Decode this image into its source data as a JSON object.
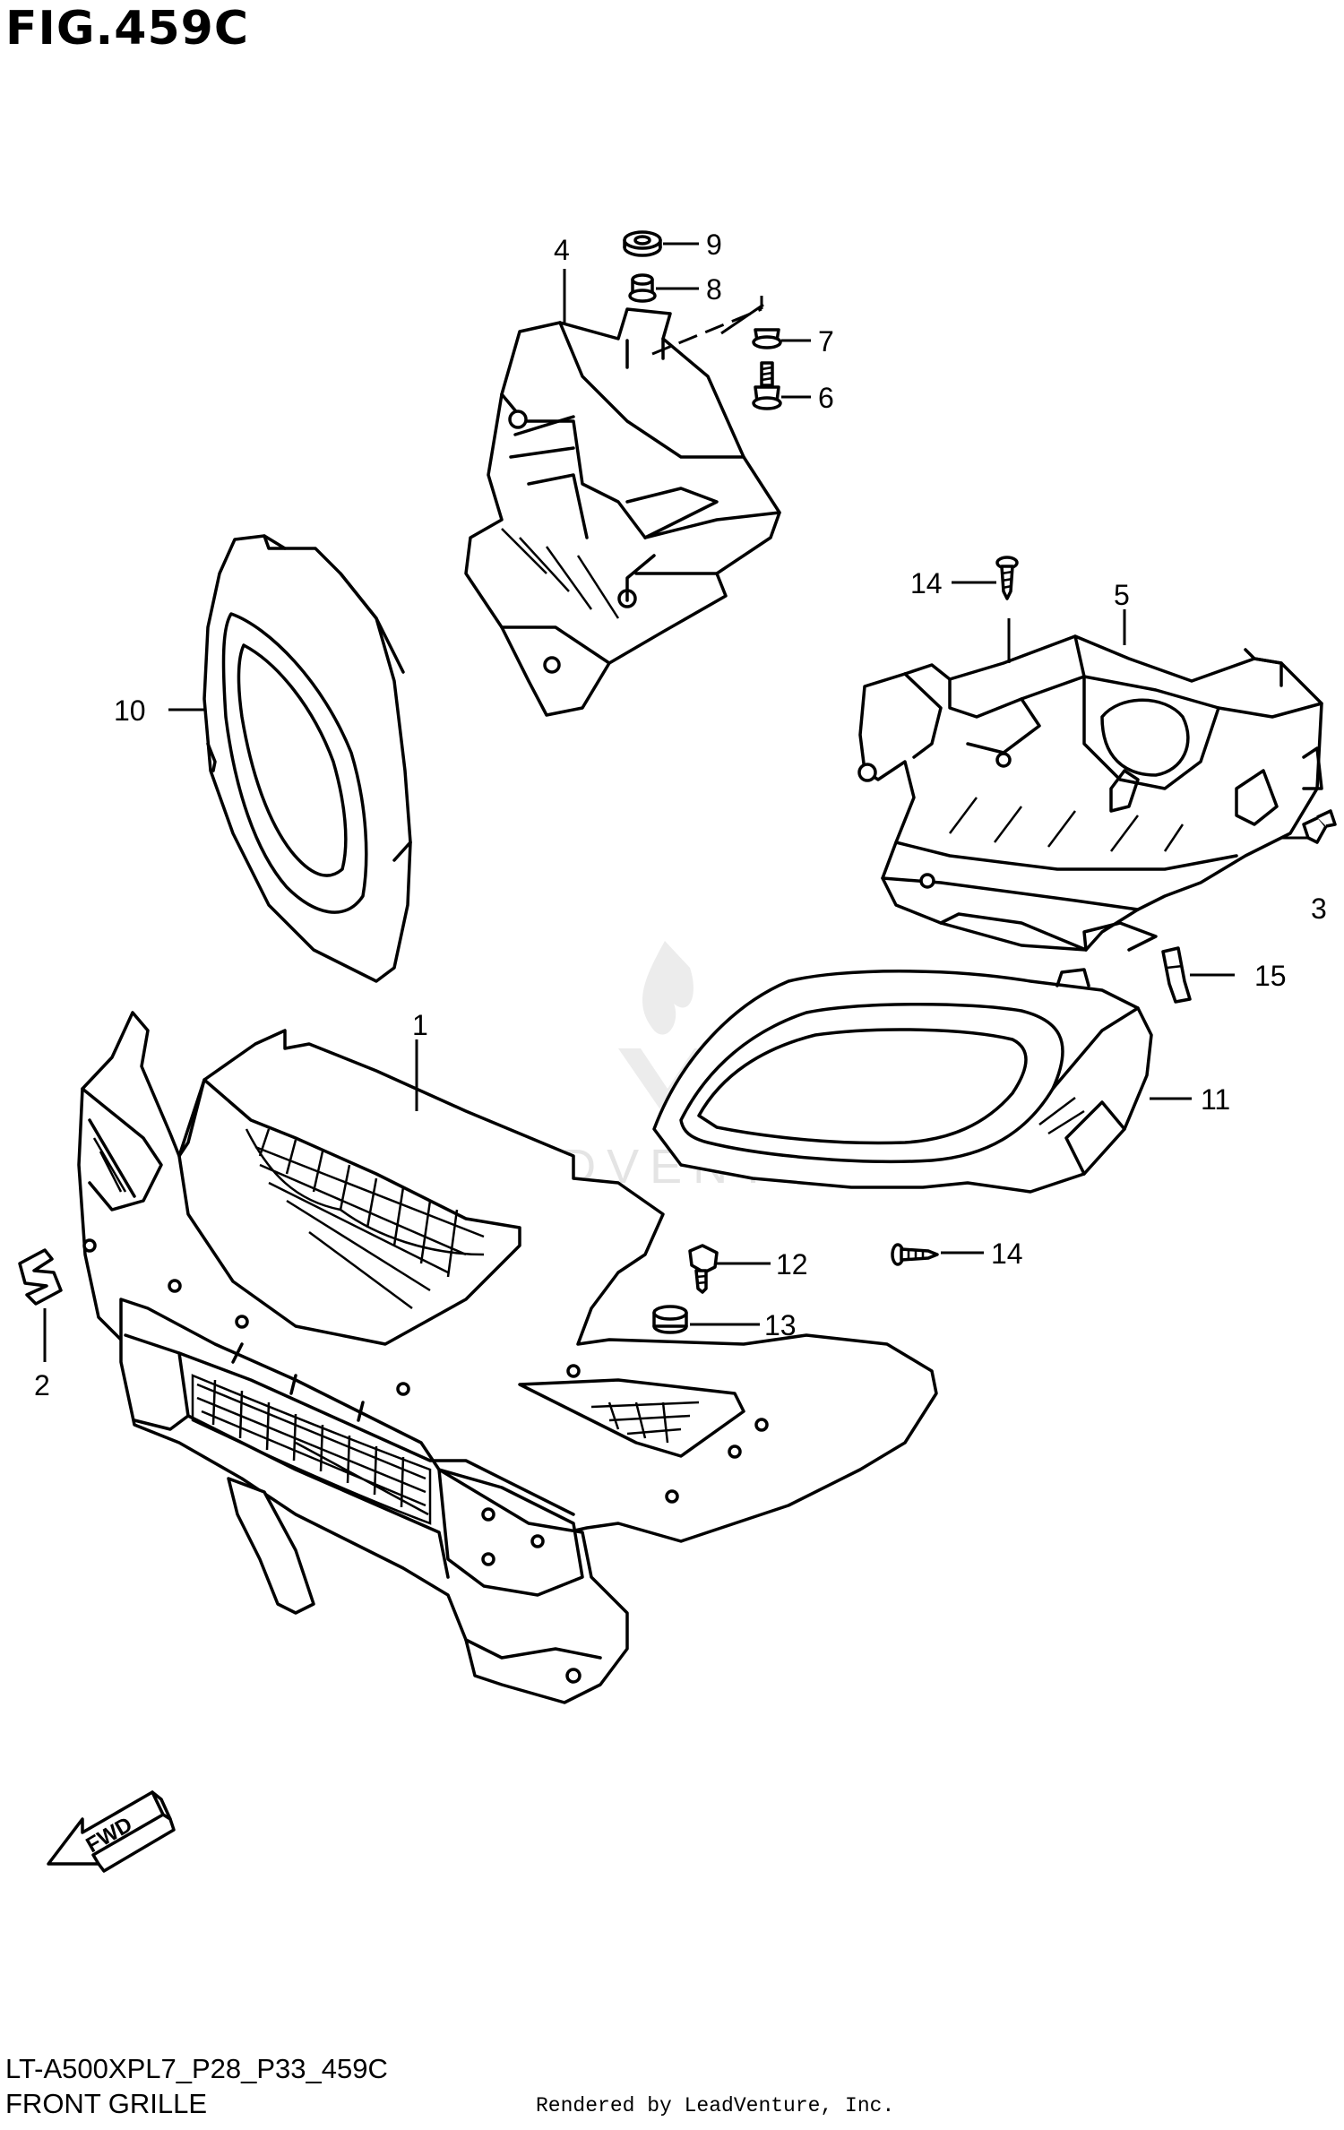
{
  "figure": {
    "title": "FIG.459C",
    "model_code": "LT-A500XPL7_P28_P33_459C",
    "subtitle": "FRONT GRILLE",
    "rendered_by": "Rendered by LeadVenture, Inc.",
    "watermark": "LEADVENTURE",
    "fwd_label": "FWD"
  },
  "callouts": {
    "c1": "1",
    "c2": "2",
    "c3": "3",
    "c4": "4",
    "c5": "5",
    "c6": "6",
    "c7": "7",
    "c8": "8",
    "c9": "9",
    "c10": "10",
    "c11": "11",
    "c12": "12",
    "c13": "13",
    "c14a": "14",
    "c14b": "14",
    "c15": "15"
  }
}
